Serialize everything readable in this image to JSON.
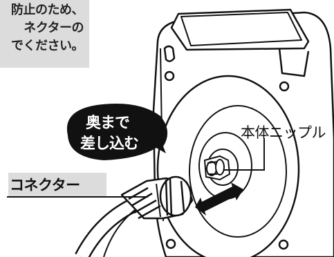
{
  "note": {
    "line1": "防止のため、",
    "line2": "ネクターの",
    "line3": "でください。"
  },
  "labels": {
    "nipple": "本体ニップル",
    "connector": "コネクター"
  },
  "bubble": {
    "line1": "奥まで",
    "line2": "差し込む"
  },
  "colors": {
    "note_bg": "#dcdcdc",
    "bubble": "#111111",
    "line": "#111111"
  }
}
